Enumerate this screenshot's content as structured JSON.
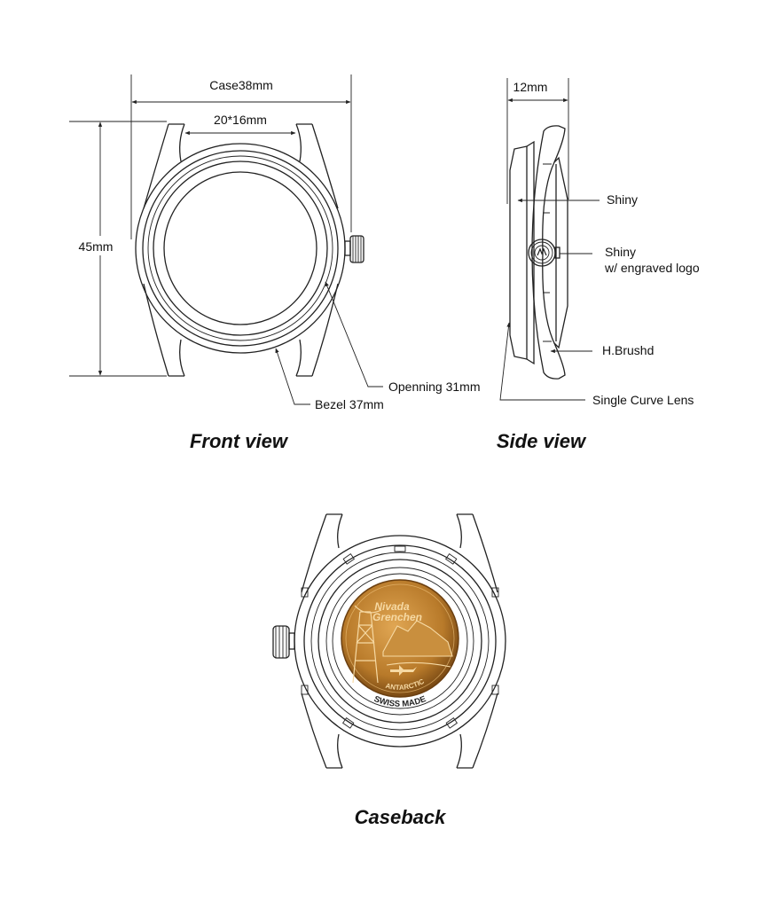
{
  "front_view": {
    "title": "Front view",
    "case_width": "Case38mm",
    "lug_width": "20*16mm",
    "length": "45mm",
    "opening": "Openning 31mm",
    "bezel": "Bezel 37mm"
  },
  "side_view": {
    "title": "Side view",
    "thickness": "12mm",
    "callouts": [
      "Shiny",
      "Shiny",
      "w/ engraved logo",
      "H.Brushd",
      "Single Curve Lens"
    ]
  },
  "caseback": {
    "title": "Caseback",
    "medallion_brand_line1": "Nivada",
    "medallion_brand_line2": "Grenchen",
    "medallion_text": "ANTARCTIC",
    "ring_text": "SWISS MADE",
    "medallion_color": "#b87a2a"
  }
}
